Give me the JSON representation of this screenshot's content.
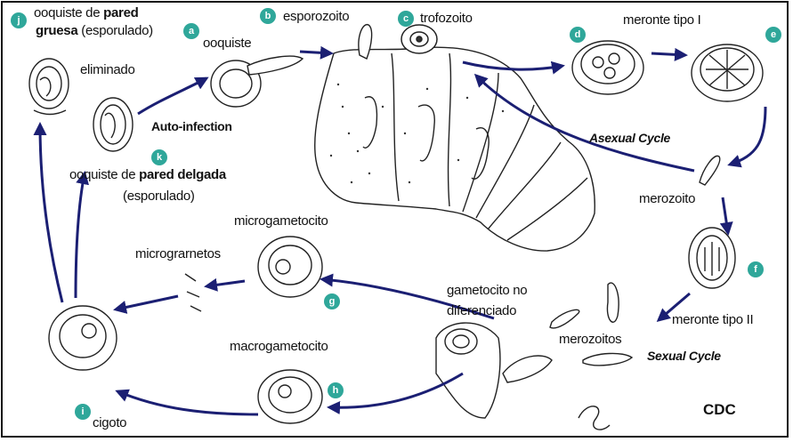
{
  "labels": {
    "thick_oocyst_a": "ooquiste de",
    "thick_oocyst_b": "pared",
    "thick_oocyst_c": "gruesa",
    "thick_oocyst_d": "(esporulado)",
    "eliminated": "eliminado",
    "oocyst": "ooquiste",
    "sporozoite": "esporozoito",
    "trophozoite": "trofozoito",
    "meront1": "meronte tipo I",
    "auto_infection": "Auto-infection",
    "asexual_cycle": "Asexual Cycle",
    "thin_oocyst_a": "ooquiste de",
    "thin_oocyst_b": "pared delgada",
    "thin_oocyst_c": "(esporulado)",
    "merozoite": "merozoito",
    "microgametocyte": "microgametocito",
    "microgametes": "micrograrnetos",
    "gametocyte_a": "gametocito no",
    "gametocyte_b": "diferenciado",
    "meront2": "meronte tipo II",
    "merozoites": "merozoitos",
    "sexual_cycle": "Sexual Cycle",
    "macrogametocyte": "macrogametocito",
    "zygote": "cigoto",
    "credit": "CDC"
  },
  "badges": {
    "a": "a",
    "b": "b",
    "c": "c",
    "d": "d",
    "e": "e",
    "f": "f",
    "g": "g",
    "h": "h",
    "i": "i",
    "j": "j",
    "k": "k"
  },
  "colors": {
    "arrow": "#1b1f73",
    "badge": "#2fa79a",
    "ink": "#111111"
  }
}
